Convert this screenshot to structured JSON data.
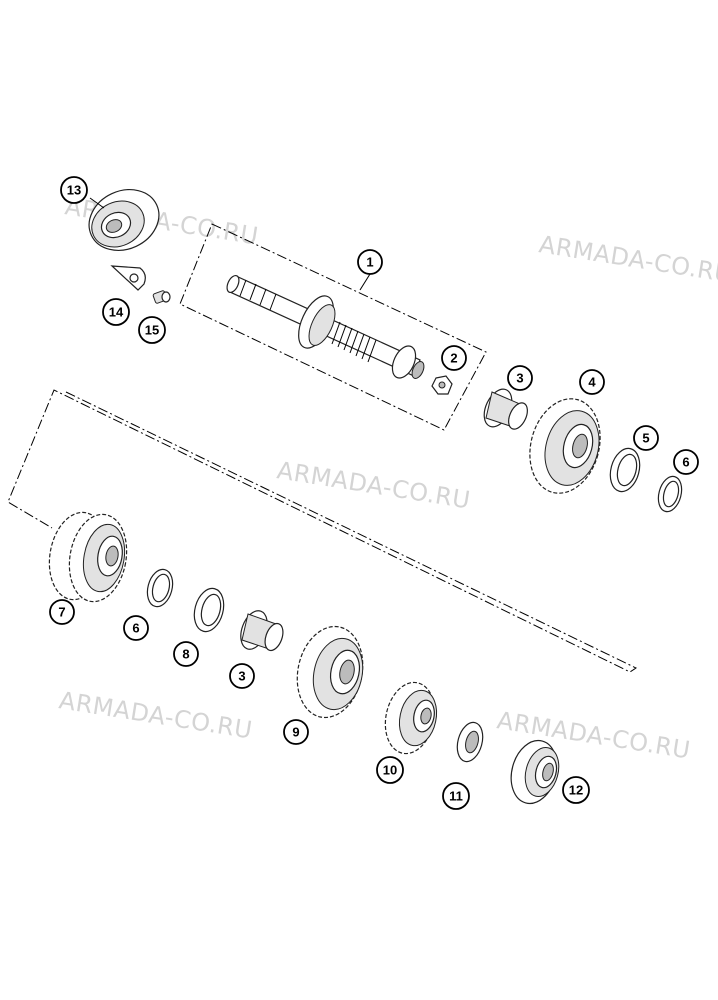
{
  "watermarks": [
    "ARMADA-CO.RU",
    "ARMADA-CO.RU",
    "ARMADA-CO.RU",
    "ARMADA-CO.RU",
    "ARMADA-CO.RU"
  ],
  "callouts": {
    "c1": "1",
    "c2": "2",
    "c3a": "3",
    "c3b": "3",
    "c4": "4",
    "c5": "5",
    "c6a": "6",
    "c6b": "6",
    "c7": "7",
    "c8": "8",
    "c9": "9",
    "c10": "10",
    "c11": "11",
    "c12": "12",
    "c13": "13",
    "c14": "14",
    "c15": "15"
  },
  "colors": {
    "line": "#000000",
    "watermark": "#d4d4d4",
    "part_shade": "#bcbcbc"
  }
}
